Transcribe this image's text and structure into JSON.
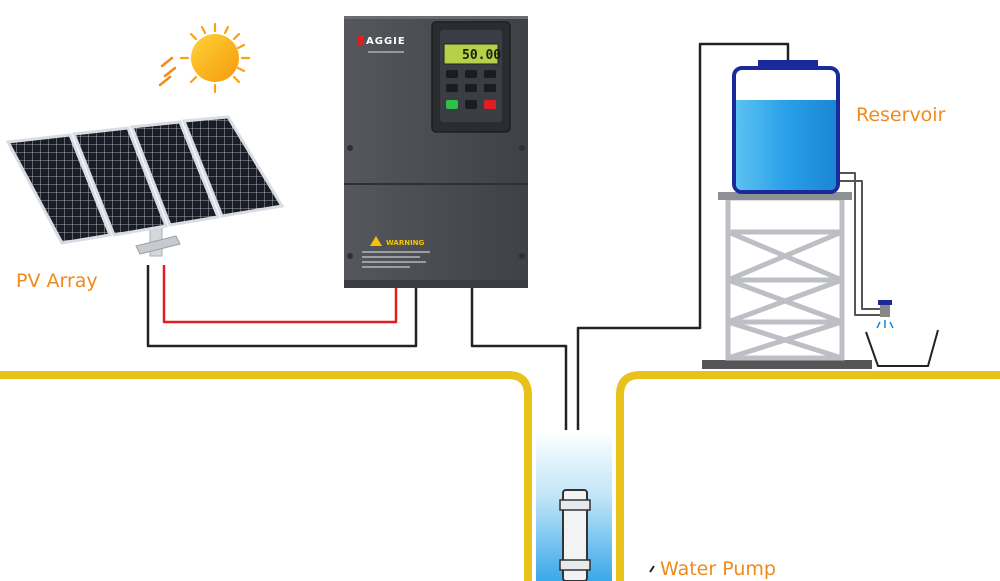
{
  "labels": {
    "pv_array": "PV Array",
    "reservoir": "Reservoir",
    "water_pump": "Water Pump"
  },
  "inverter": {
    "brand": "AGGIE",
    "display": "50.00",
    "warning": "WARNING"
  },
  "colors": {
    "label_orange": "#f08a1c",
    "ground_yellow": "#e8c21a",
    "wire_red": "#e02020",
    "wire_dark": "#222222",
    "tank_blue": "#1a2a9a",
    "water_blue": "#2aa0e8",
    "inverter_body": "#4a4c52"
  },
  "icons": [
    "sun-icon",
    "solar-panel-icon",
    "inverter-icon",
    "water-tank-icon",
    "faucet-icon",
    "submersible-pump-icon"
  ]
}
